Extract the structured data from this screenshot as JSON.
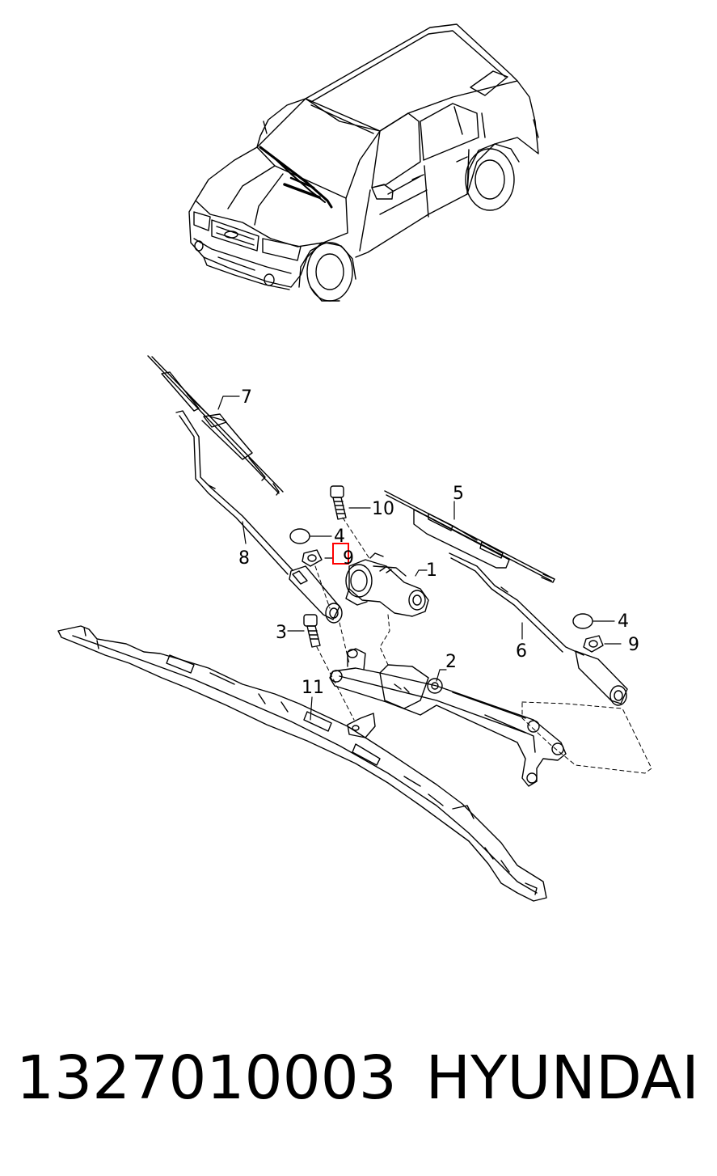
{
  "diagram": {
    "callouts": {
      "c1": "1",
      "c2": "2",
      "c3": "3",
      "c4a": "4",
      "c4b": "4",
      "c5": "5",
      "c6": "6",
      "c7": "7",
      "c8": "8",
      "c9a": "9",
      "c9b": "9",
      "c10": "10",
      "c11": "11"
    },
    "highlight_color": "#ff0000"
  },
  "footer": {
    "part_number": "1327010003",
    "brand": "HYUNDAI"
  }
}
